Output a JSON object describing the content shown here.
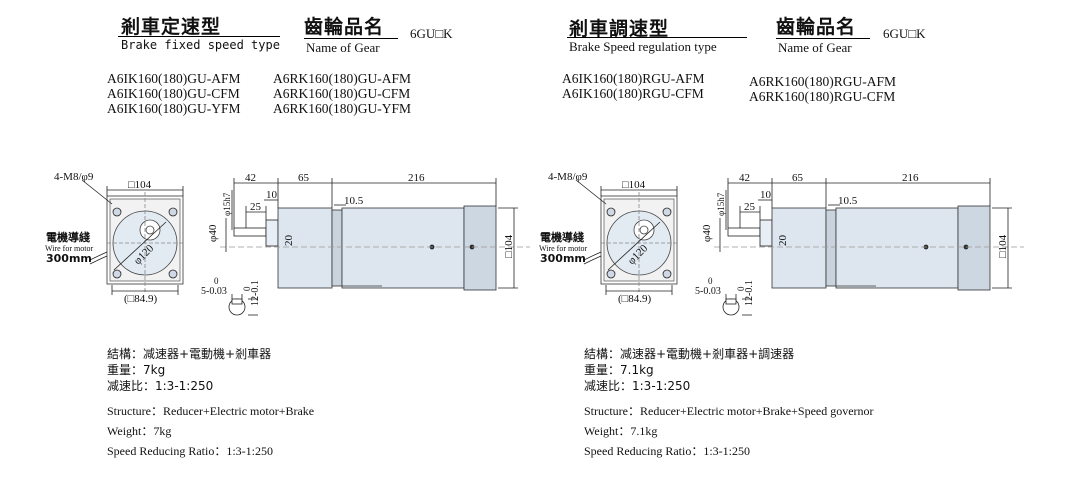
{
  "left": {
    "title_cn": "剎車定速型",
    "title_en": "Brake fixed speed type",
    "gear_cn": "齒輪品名",
    "gear_en": "Name of Gear",
    "gear_code": "6GU□K",
    "models_col1": [
      "A6IK160(180)GU-AFM",
      "A6IK160(180)GU-CFM",
      "A6IK160(180)GU-YFM"
    ],
    "models_col2": [
      "A6RK160(180)GU-AFM",
      "A6RK160(180)GU-CFM",
      "A6RK160(180)GU-YFM"
    ],
    "structure_cn": "結構：减速器+電動機+剎車器",
    "weight_cn": "重量：7kg",
    "ratio_cn": "减速比：1:3-1:250",
    "structure_en": "Structure：Reducer+Electric motor+Brake",
    "weight_en": "Weight：7kg",
    "ratio_en": "Speed Reducing Ratio：1:3-1:250"
  },
  "right": {
    "title_cn": "剎車調速型",
    "title_en": "Brake Speed regulation type",
    "gear_cn": "齒輪品名",
    "gear_en": "Name of Gear",
    "gear_code": "6GU□K",
    "models_col1": [
      "A6IK160(180)RGU-AFM",
      "A6IK160(180)RGU-CFM"
    ],
    "models_col2": [
      "A6RK160(180)RGU-AFM",
      "A6RK160(180)RGU-CFM"
    ],
    "structure_cn": "結構：减速器+電動機+剎車器+調速器",
    "weight_cn": "重量：7.1kg",
    "ratio_cn": "减速比：1:3-1:250",
    "structure_en": "Structure：Reducer+Electric motor+Brake+Speed governor",
    "weight_en": "Weight：7.1kg",
    "ratio_en": "Speed Reducing Ratio：1:3-1:250"
  },
  "drawing": {
    "mount_holes": "4-M8/φ9",
    "flange_square": "□104",
    "pcd": "φ120",
    "flange_inner": "(□84.9)",
    "cable_cn": "電機導綫",
    "cable_en": "Wire for motor",
    "cable_len": "300mm",
    "dim_42": "42",
    "dim_65": "65",
    "dim_216": "216",
    "dim_25": "25",
    "dim_10": "10",
    "dim_10_5": "10.5",
    "dim_shaft": "φ15h7",
    "dim_pilot": "φ40",
    "dim_20": "20",
    "dim_body": "□104",
    "key_w": "5-0.03",
    "key_w_tol": "0",
    "key_h": "12-0.1",
    "key_h_tol": "0"
  }
}
